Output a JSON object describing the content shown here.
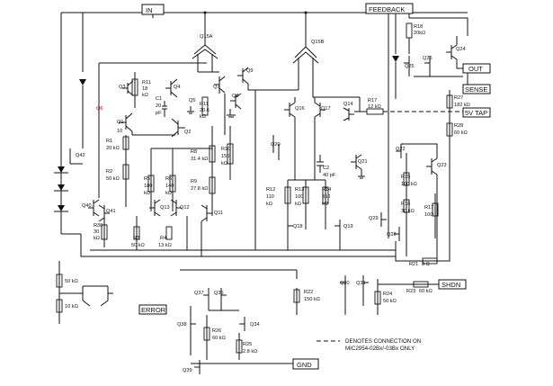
{
  "pins": {
    "in": "IN",
    "feedback": "FEEDBACK",
    "out": "OUT",
    "sense": "SENSE",
    "tap": "5V TAP",
    "error": "ERROR",
    "shdn": "SHDN",
    "gnd": "GND"
  },
  "transistors": {
    "q1": "Q1",
    "q2": "Q2",
    "q3": "Q3",
    "q4": "Q4",
    "q5": "Q5",
    "q6": "Q6",
    "q7": "Q7",
    "q8": "Q8",
    "q9": "Q9",
    "q11": "Q11",
    "q12": "Q12",
    "q13": "Q13",
    "q14": "Q14",
    "q15a": "Q15A",
    "q15b": "Q15B",
    "q16": "Q16",
    "q17": "Q17",
    "q18": "Q18",
    "q19": "Q19",
    "q20": "Q20",
    "q21": "Q21",
    "q22": "Q22",
    "q23": "Q23",
    "q24": "Q24",
    "q25": "Q25",
    "q26": "Q26",
    "q28": "Q28",
    "q29": "Q29",
    "q30": "Q30",
    "q31": "Q31",
    "q34": "Q34",
    "q36": "Q36",
    "q37": "Q37",
    "q38": "Q38",
    "q39": "Q39",
    "q40": "Q40",
    "q41": "Q41",
    "q42": "Q42"
  },
  "resistors": {
    "r1": [
      "R1",
      "20 kΩ"
    ],
    "r2": [
      "R2",
      "50 kΩ"
    ],
    "r3": [
      "R3",
      "50 kΩ"
    ],
    "r4": [
      "R4",
      "13 kΩ"
    ],
    "r5": [
      "R5",
      "180",
      "kΩ"
    ],
    "r6": [
      "R6",
      "140",
      "kΩ"
    ],
    "r8": [
      "R8",
      "31.4 kΩ"
    ],
    "r9": [
      "R9",
      "27.8 kΩ"
    ],
    "r10": [
      "R10",
      "150",
      "kΩ"
    ],
    "r11a": [
      "R11",
      "18",
      "kΩ"
    ],
    "r11b": [
      "R11",
      "20.6",
      "kΩ"
    ],
    "r12": [
      "R12",
      "110",
      "kΩ"
    ],
    "r13": [
      "R13",
      "100",
      "kΩ"
    ],
    "r14": [
      "R14",
      "350",
      "kΩ"
    ],
    "r15": [
      "R15",
      "100 kΩ"
    ],
    "r16": [
      "R16",
      "30 kΩ"
    ],
    "r17": [
      "R17",
      "10Ω"
    ],
    "r17b": [
      "R17",
      "12 kΩ"
    ],
    "r18": [
      "R18",
      "20kΩ"
    ],
    "r21": [
      "R21",
      "8 Ω"
    ],
    "r22": [
      "R22",
      "150 kΩ"
    ],
    "r23": [
      "R23",
      "60 kΩ"
    ],
    "r24": [
      "R24",
      "50 kΩ"
    ],
    "r25": [
      "R25",
      "2.8 kΩ"
    ],
    "r26": [
      "R26",
      "60 kΩ"
    ],
    "r27": [
      "R27",
      "182 kΩ"
    ],
    "r28": [
      "R28",
      "60 kΩ"
    ],
    "r30": [
      "R30",
      "30",
      "kΩ"
    ],
    "r50k": "50 kΩ",
    "r10k": "10 kΩ"
  },
  "capacitors": {
    "c1": [
      "C1",
      "20",
      "pF"
    ],
    "c2": [
      "C2",
      "40 pF"
    ]
  },
  "misc": {
    "q1_value": "10",
    "note_line1": "DENOTES CONNECTION ON",
    "note_line2": "MIC2954-02Bx/-03Bx ONLY"
  }
}
